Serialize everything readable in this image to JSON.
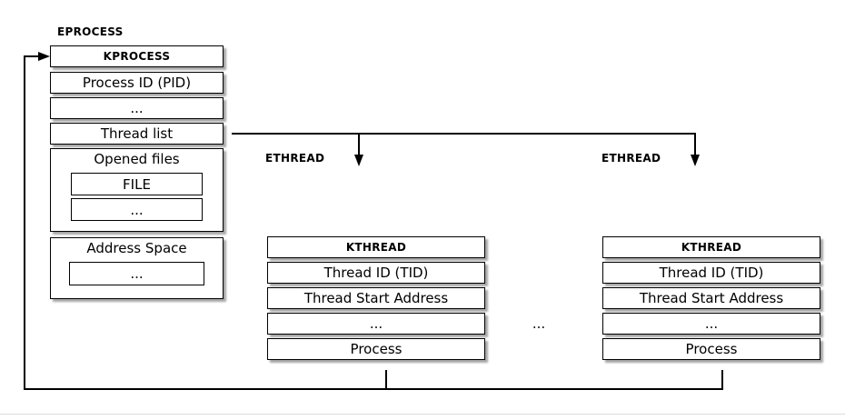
{
  "colors": {
    "background": "#ffffff",
    "box_fill": "#ffffff",
    "box_border": "#000000",
    "line": "#000000",
    "shadow": "#aaaaaa"
  },
  "eprocess": {
    "label": "EPROCESS",
    "rows": [
      "KPROCESS",
      "Process ID (PID)",
      "...",
      "Thread list"
    ],
    "opened_files": {
      "title": "Opened files",
      "cells": [
        "FILE",
        "..."
      ]
    },
    "address_space": {
      "title": "Address Space",
      "cells": [
        "..."
      ]
    }
  },
  "ethread_left": {
    "label": "ETHREAD",
    "rows": [
      "KTHREAD",
      "Thread ID (TID)",
      "Thread Start Address",
      "...",
      "Process"
    ]
  },
  "ethread_right": {
    "label": "ETHREAD",
    "rows": [
      "KTHREAD",
      "Thread ID (TID)",
      "Thread Start Address",
      "...",
      "Process"
    ]
  },
  "ellipsis_between_threads": "..."
}
